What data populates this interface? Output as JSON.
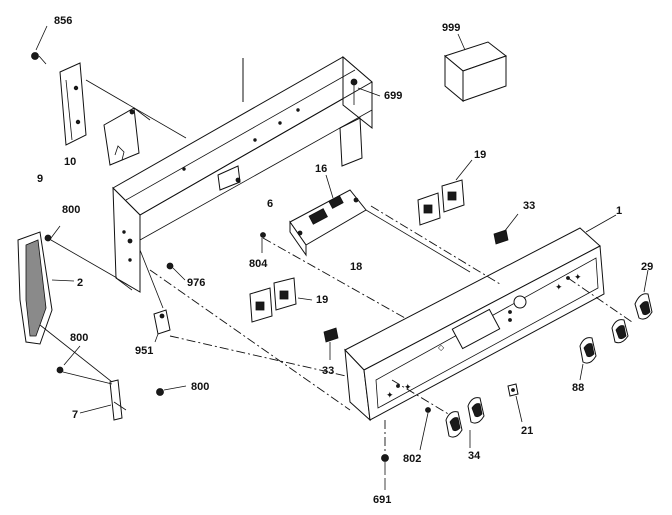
{
  "labels": {
    "l856": "856",
    "l9": "9",
    "l10": "10",
    "l999": "999",
    "l699": "699",
    "l6": "6",
    "l16": "16",
    "l19a": "19",
    "l33a": "33",
    "l1": "1",
    "l800a": "800",
    "l2": "2",
    "l976": "976",
    "l804": "804",
    "l18": "18",
    "l19b": "19",
    "l29": "29",
    "l951": "951",
    "l800b": "800",
    "l33b": "33",
    "l88": "88",
    "l7": "7",
    "l800c": "800",
    "l802": "802",
    "l34": "34",
    "l21": "21",
    "l691": "691"
  },
  "colors": {
    "line": "#111111",
    "background": "#ffffff",
    "dark_part": "#1a1a1a"
  }
}
